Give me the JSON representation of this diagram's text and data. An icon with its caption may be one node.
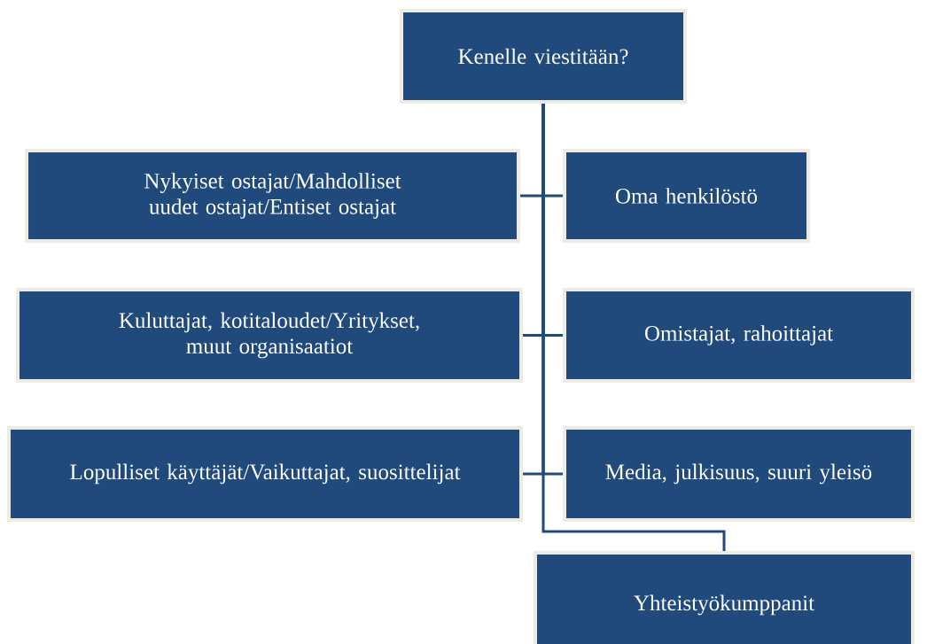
{
  "diagram": {
    "nodes": [
      {
        "text": [
          "Kenelle viestitään?"
        ]
      },
      {
        "text": [
          "Nykyiset ostajat/Mahdolliset uudet ostajat/Entiset ostajat"
        ]
      },
      {
        "text": [
          "Oma henkilöstö"
        ]
      },
      {
        "text": [
          "Kuluttajat, kotitaloudet/Yritykset, muut organisaatiot"
        ]
      },
      {
        "text": [
          "Omistajat, rahoittajat"
        ]
      },
      {
        "text": [
          "Lopulliset käyttäjät/Vaikuttajat, suosittelijat"
        ]
      },
      {
        "text": [
          "Media, julkisuus, suuri yleisö"
        ]
      },
      {
        "text": [
          "Yhteistyökumppanit"
        ]
      }
    ],
    "edges": [
      {
        "from": 0,
        "to": 1,
        "arrow": "none"
      },
      {
        "from": 0,
        "to": 2,
        "arrow": "none"
      },
      {
        "from": 0,
        "to": 3,
        "arrow": "none"
      },
      {
        "from": 0,
        "to": 4,
        "arrow": "none"
      },
      {
        "from": 0,
        "to": 5,
        "arrow": "none"
      },
      {
        "from": 0,
        "to": 6,
        "arrow": "none"
      },
      {
        "from": 0,
        "to": 7,
        "arrow": "none"
      }
    ]
  }
}
